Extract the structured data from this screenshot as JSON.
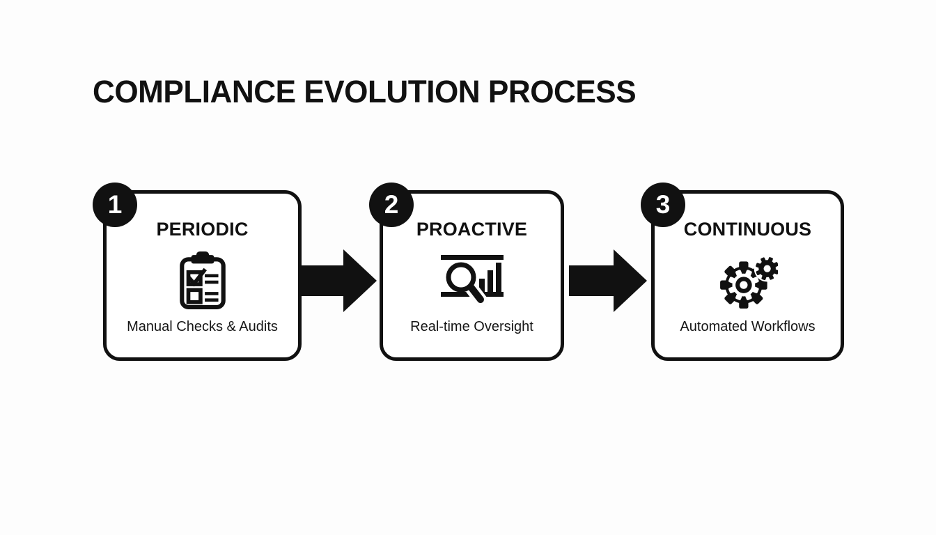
{
  "title": "COMPLIANCE EVOLUTION PROCESS",
  "steps": [
    {
      "number": "1",
      "label": "PERIODIC",
      "caption": "Manual Checks & Audits",
      "icon": "clipboard-checklist-icon"
    },
    {
      "number": "2",
      "label": "PROACTIVE",
      "caption": "Real-time Oversight",
      "icon": "magnifier-analytics-icon"
    },
    {
      "number": "3",
      "label": "CONTINUOUS",
      "caption": "Automated Workflows",
      "icon": "gears-icon"
    }
  ],
  "colors": {
    "ink": "#111111",
    "background": "#fdfdfd",
    "card_background": "#ffffff",
    "badge_text": "#ffffff"
  }
}
